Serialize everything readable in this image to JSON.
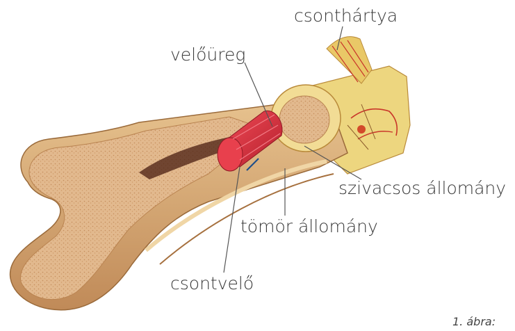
{
  "labels": {
    "periosteum": "csonthártya",
    "medullary_cavity": "velőüreg",
    "spongy_bone": "szivacsos állomány",
    "compact_bone": "tömör állomány",
    "bone_marrow": "csontvelő"
  },
  "caption": "1. ábra:",
  "colors": {
    "bone_outer": "#d9a87a",
    "bone_shadow": "#b98350",
    "bone_spongy": "#e2b98e",
    "compact_ring": "#f2dc95",
    "periosteum": "#edd67f",
    "marrow": "#e03a48",
    "vessel": "#c9362a",
    "label_text": "#3a3a3a"
  }
}
